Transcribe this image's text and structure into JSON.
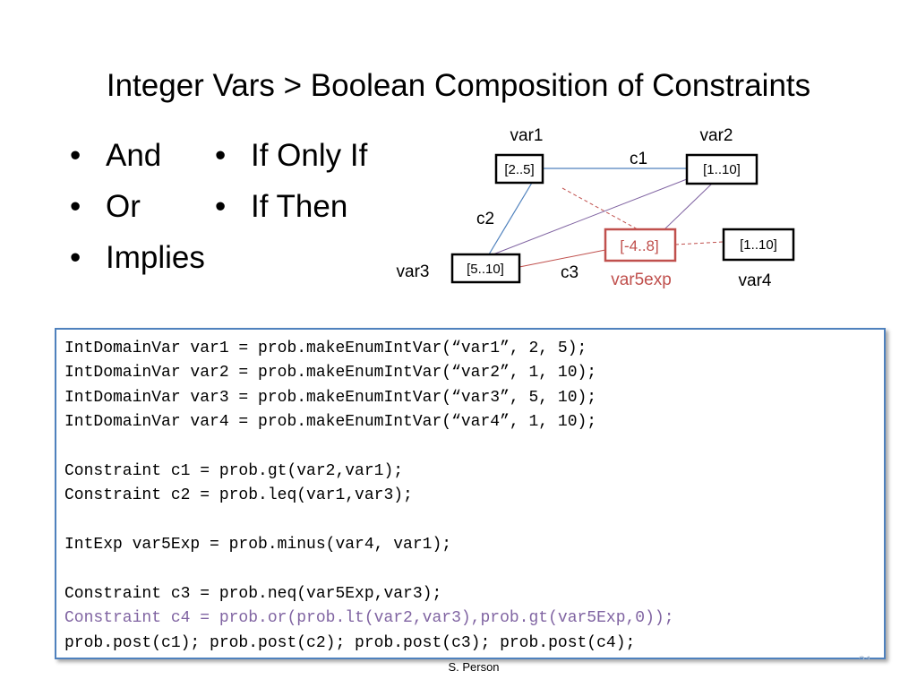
{
  "slide": {
    "title": "Integer Vars > Boolean Composition of Constraints",
    "bullets_left": [
      "And",
      "Or",
      "Implies"
    ],
    "bullets_right": [
      "If Only If",
      "If Then"
    ],
    "footer": "S. Person",
    "page_number": "31"
  },
  "diagram": {
    "nodes": {
      "var1": {
        "name": "var1",
        "domain": "[2..5]"
      },
      "var2": {
        "name": "var2",
        "domain": "[1..10]"
      },
      "var3": {
        "name": "var3",
        "domain": "[5..10]"
      },
      "var4": {
        "name": "var4",
        "domain": "[1..10]"
      },
      "var5exp": {
        "name": "var5exp",
        "domain": "[-4..8]"
      }
    },
    "constraints": {
      "c1": "c1",
      "c2": "c2",
      "c3": "c3"
    },
    "colors": {
      "blue_edge": "#4f81bd",
      "purple_edge": "#8064a2",
      "red_edge": "#c0504d",
      "red_node": "#c0504d"
    }
  },
  "code": {
    "lines": [
      {
        "text": "IntDomainVar var1 = prob.makeEnumIntVar(“var1”, 2, 5);",
        "style": "normal"
      },
      {
        "text": "IntDomainVar var2 = prob.makeEnumIntVar(“var2”, 1, 10);",
        "style": "normal"
      },
      {
        "text": "IntDomainVar var3 = prob.makeEnumIntVar(“var3”, 5, 10);",
        "style": "normal"
      },
      {
        "text": "IntDomainVar var4 = prob.makeEnumIntVar(“var4”, 1, 10);",
        "style": "normal"
      },
      {
        "text": "",
        "style": "normal"
      },
      {
        "text": "Constraint c1 = prob.gt(var2,var1);",
        "style": "normal"
      },
      {
        "text": "Constraint c2 = prob.leq(var1,var3);",
        "style": "normal"
      },
      {
        "text": "",
        "style": "normal"
      },
      {
        "text": "IntExp var5Exp = prob.minus(var4, var1);",
        "style": "normal"
      },
      {
        "text": "",
        "style": "normal"
      },
      {
        "text": "Constraint c3 = prob.neq(var5Exp,var3);",
        "style": "normal"
      },
      {
        "text": "Constraint c4 = prob.or(prob.lt(var2,var3),prob.gt(var5Exp,0));",
        "style": "purple"
      },
      {
        "text": "prob.post(c1); prob.post(c2); prob.post(c3); prob.post(c4);",
        "style": "normal"
      }
    ]
  }
}
